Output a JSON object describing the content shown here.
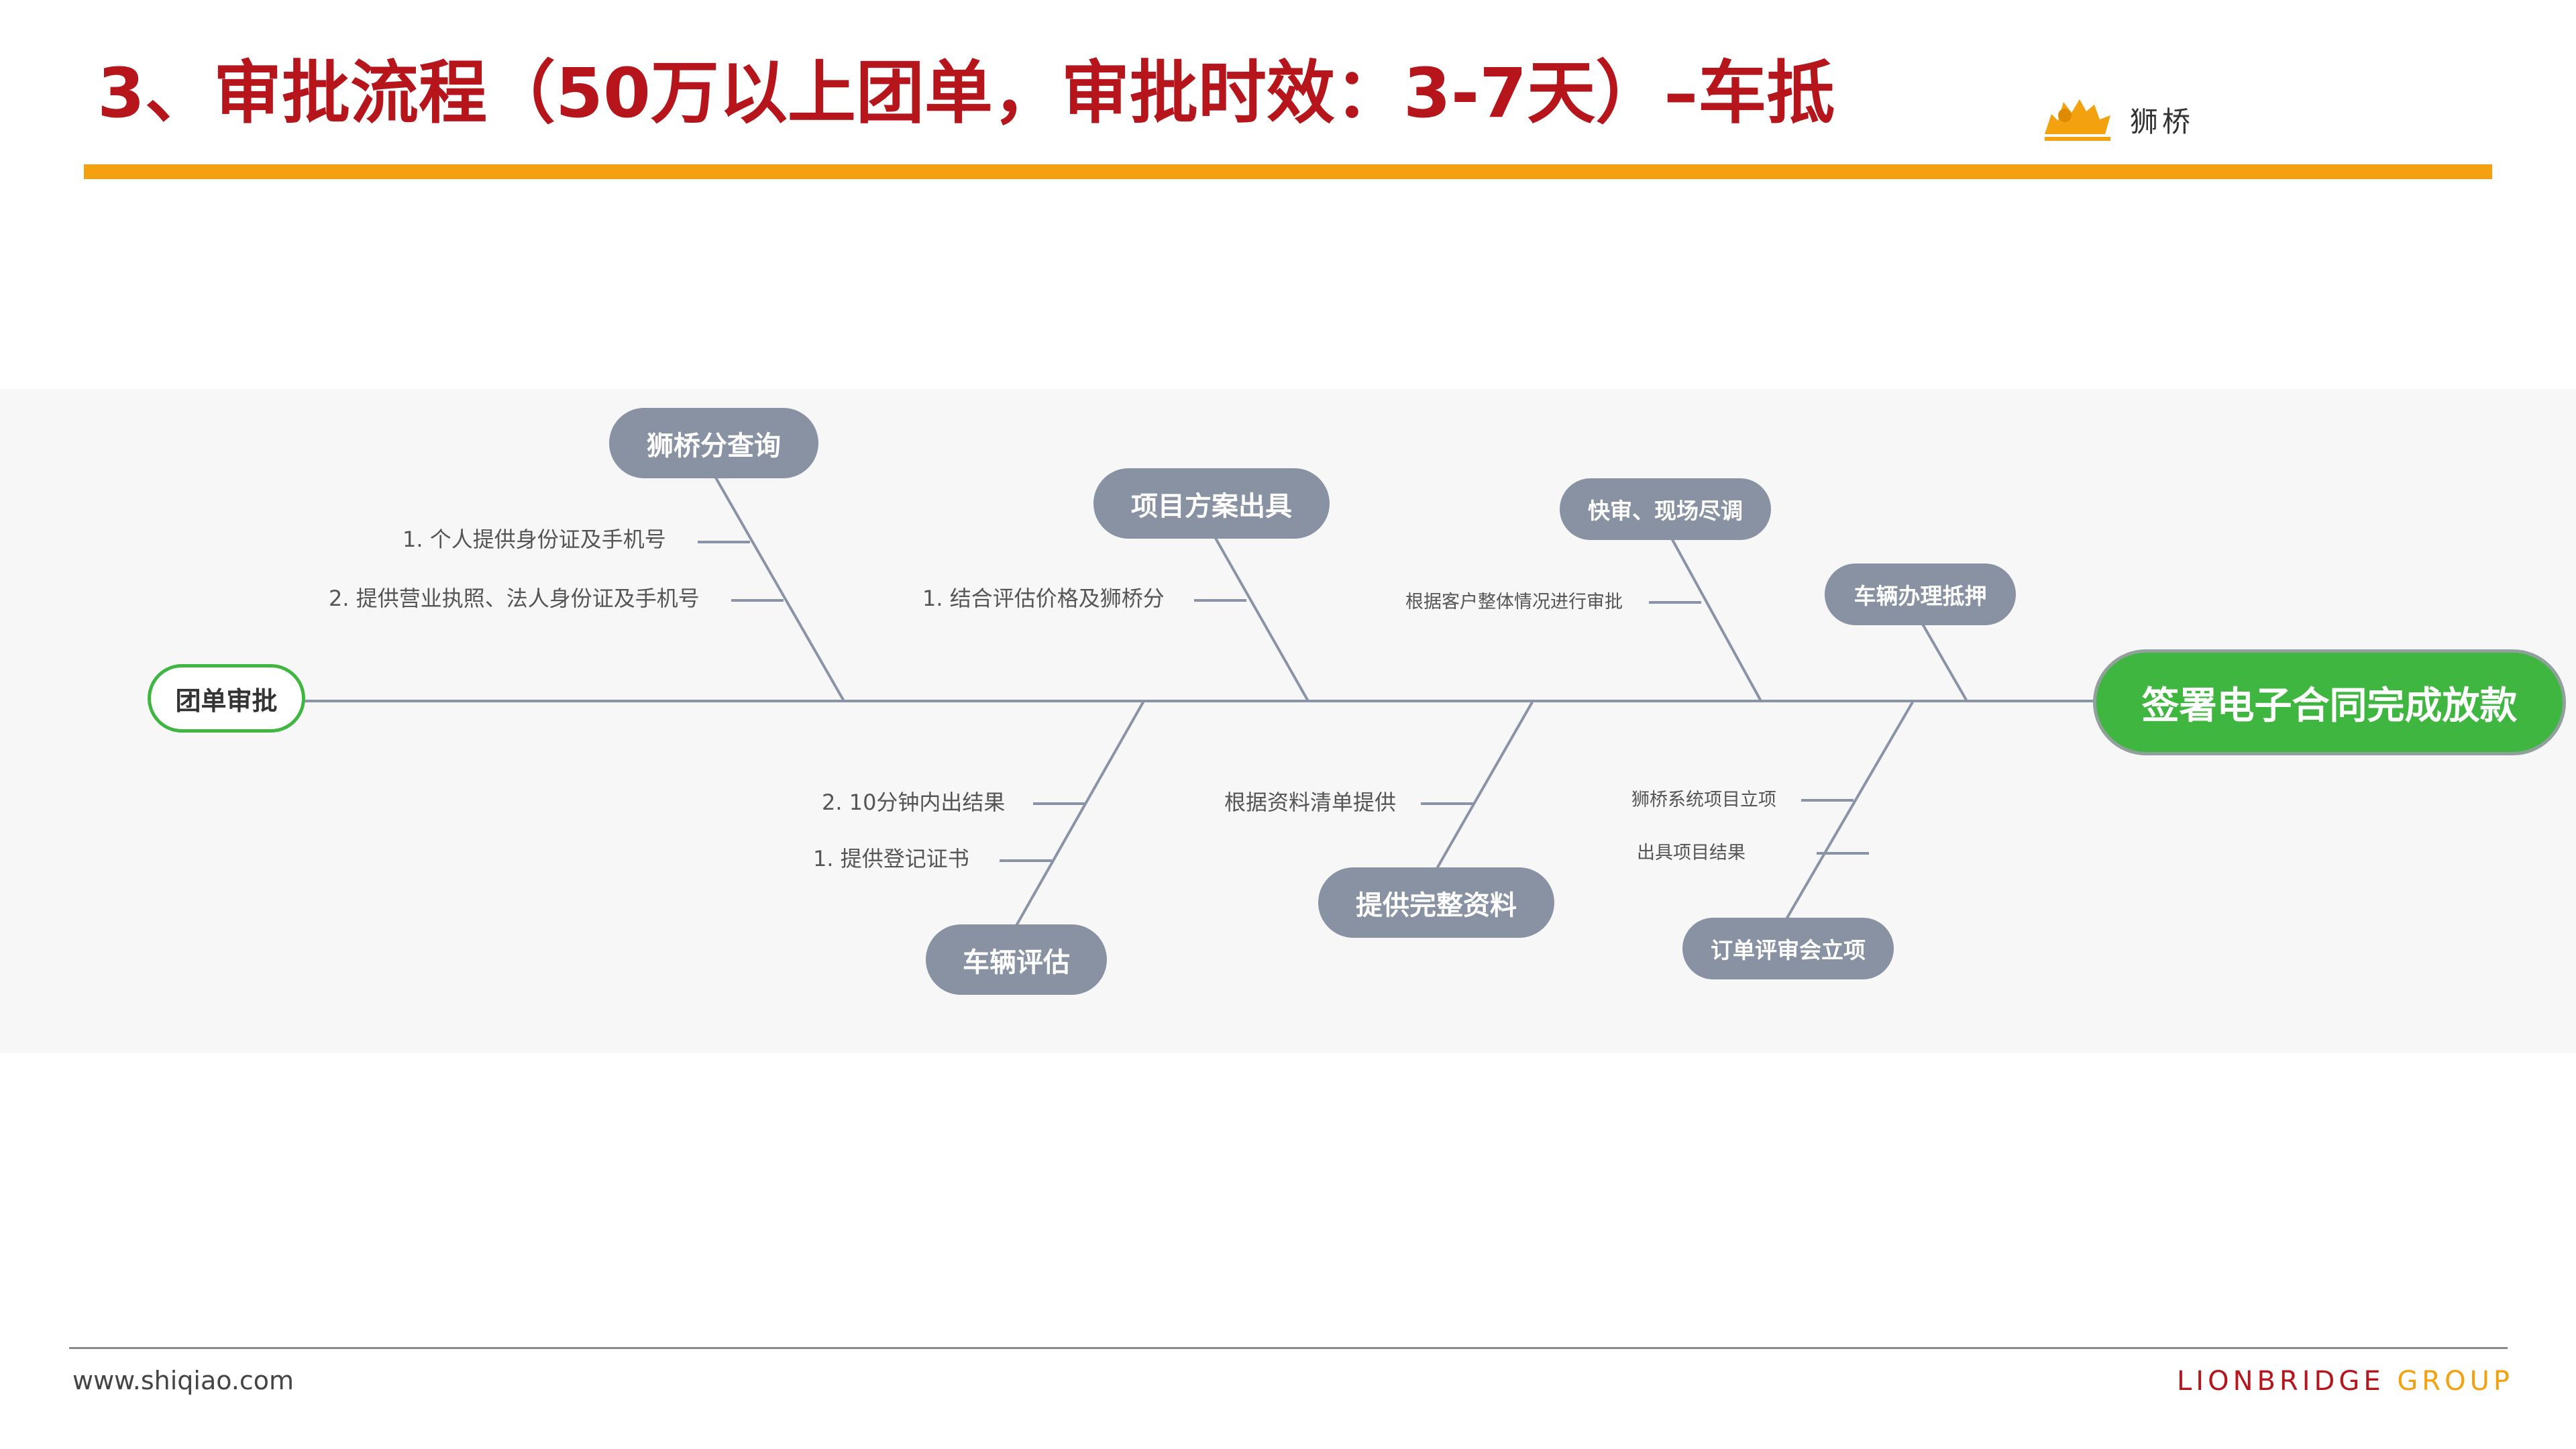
{
  "header": {
    "title": "3、审批流程（50万以上团单，审批时效：3-7天）–车抵",
    "logo_text": "狮桥"
  },
  "diagram": {
    "start_node": "团单审批",
    "end_node": "签署电子合同完成放款",
    "branches": [
      {
        "id": "b1",
        "label": "狮桥分查询",
        "details": [
          "1.  个人提供身份证及手机号",
          "2.  提供营业执照、法人身份证及手机号"
        ]
      },
      {
        "id": "b2",
        "label": "项目方案出具",
        "details": [
          "1.  结合评估价格及狮桥分"
        ]
      },
      {
        "id": "b3",
        "label": "快审、现场尽调",
        "details": [
          "根据客户整体情况进行审批"
        ]
      },
      {
        "id": "b4",
        "label": "车辆办理抵押",
        "details": []
      },
      {
        "id": "b5",
        "label": "车辆评估",
        "details": [
          "2.  10分钟内出结果",
          "1.  提供登记证书"
        ]
      },
      {
        "id": "b6",
        "label": "提供完整资料",
        "details": [
          "根据资料清单提供"
        ]
      },
      {
        "id": "b7",
        "label": "订单评审会立项",
        "details": [
          "狮桥系统项目立项",
          "出具项目结果"
        ]
      }
    ]
  },
  "footer": {
    "url": "www.shiqiao.com",
    "brand_part1": "LIONBRIDGE",
    "brand_part2": "GROUP"
  },
  "colors": {
    "title_red": "#B5151B",
    "accent_orange": "#F3A10E",
    "node_gray": "#8892A2",
    "end_green": "#3FB63F"
  }
}
